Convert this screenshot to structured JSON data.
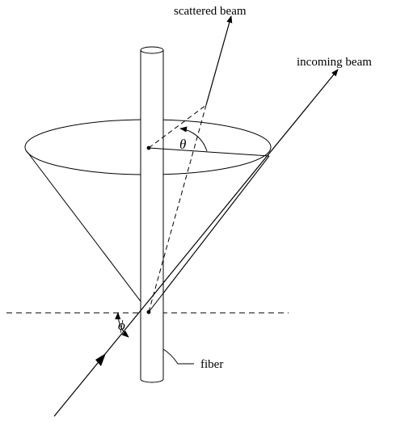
{
  "diagram": {
    "labels": {
      "scattered_beam": "scattered beam",
      "incoming_beam": "incoming beam",
      "fiber": "fiber",
      "theta": "θ",
      "phi": "ϕ"
    },
    "colors": {
      "stroke": "#000000",
      "background": "#ffffff"
    }
  }
}
